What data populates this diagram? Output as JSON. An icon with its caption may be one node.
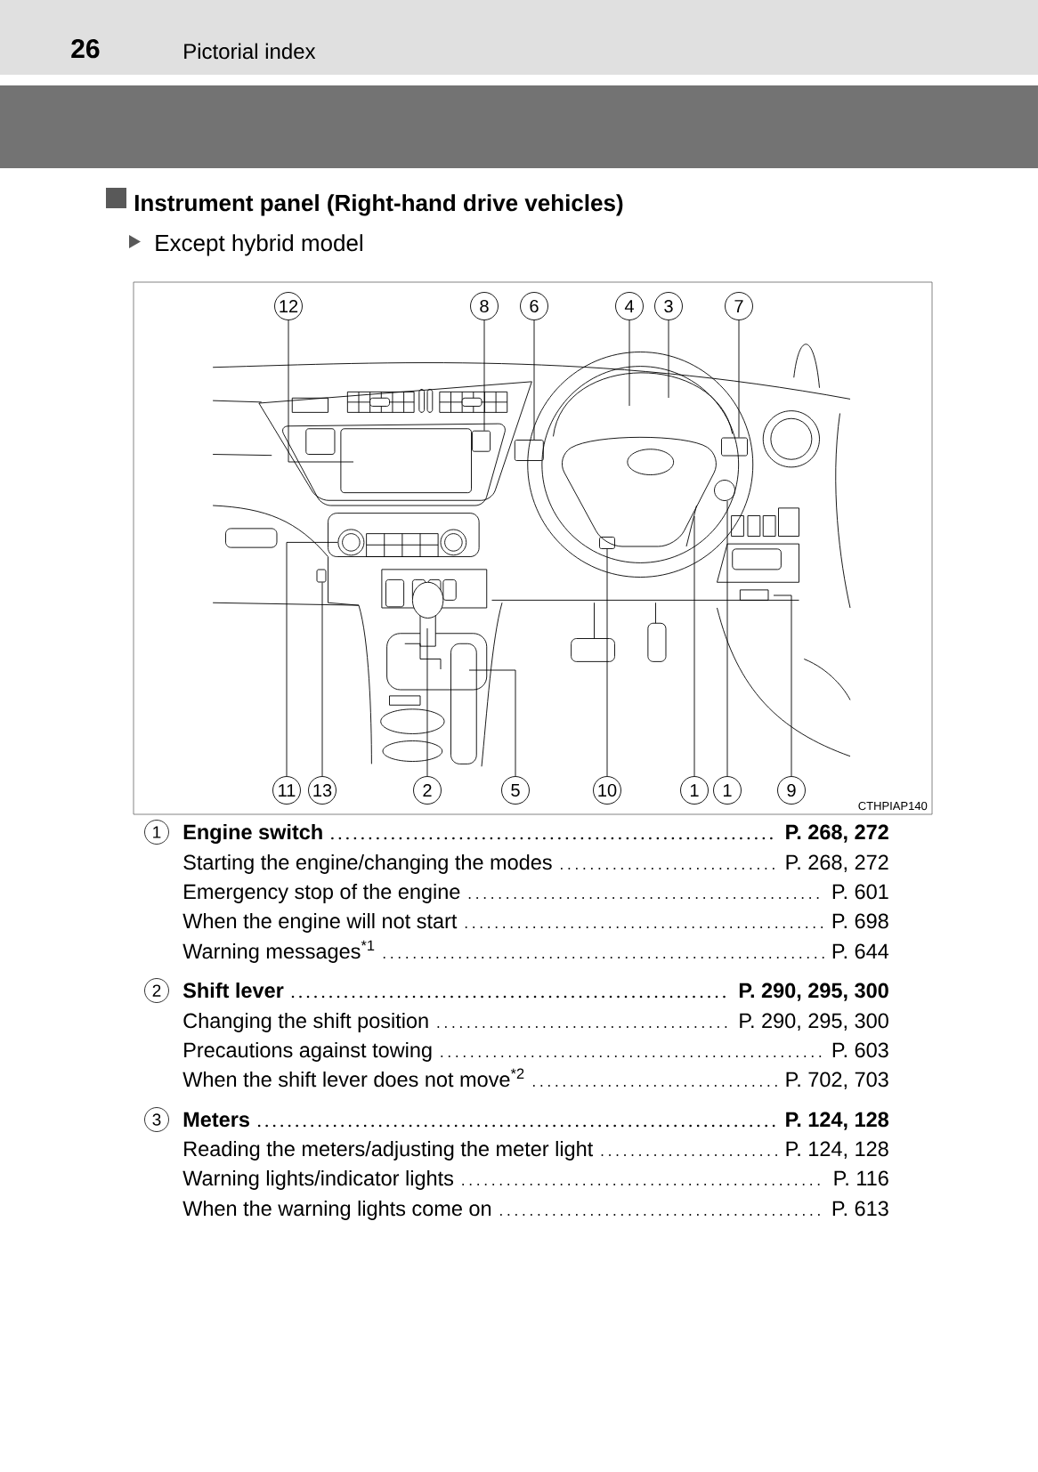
{
  "diagram": {
    "title": "Instrument panel (Right-hand drive vehicles)",
    "nodes": [
      {
        "text": [
          "12"
        ]
      },
      {
        "text": [
          "8"
        ]
      },
      {
        "text": [
          "6"
        ]
      },
      {
        "text": [
          "4"
        ]
      },
      {
        "text": [
          "3"
        ]
      },
      {
        "text": [
          "7"
        ]
      },
      {
        "text": [
          "11"
        ]
      },
      {
        "text": [
          "13"
        ]
      },
      {
        "text": [
          "2"
        ]
      },
      {
        "text": [
          "5"
        ]
      },
      {
        "text": [
          "10"
        ]
      },
      {
        "text": [
          "1"
        ]
      },
      {
        "text": [
          "1"
        ]
      },
      {
        "text": [
          "9"
        ]
      },
      {
        "text": [],
        "shape": "box"
      },
      {
        "text": [],
        "shape": "circle"
      },
      {
        "text": [],
        "shape": "box"
      },
      {
        "text": [],
        "shape": "box"
      },
      {
        "text": [],
        "shape": "box"
      },
      {
        "text": [],
        "shape": "circle"
      },
      {
        "text": [],
        "shape": "box"
      },
      {
        "text": [
          "1"
        ]
      },
      {
        "text": [
          "2"
        ]
      },
      {
        "text": [
          "3"
        ]
      }
    ],
    "edges": [
      {
        "from": 0,
        "to": null,
        "arrow": "none"
      },
      {
        "from": 1,
        "to": 16,
        "arrow": "none"
      },
      {
        "from": 2,
        "to": 17,
        "arrow": "none"
      },
      {
        "from": 3,
        "to": null,
        "arrow": "none"
      },
      {
        "from": 4,
        "to": null,
        "arrow": "none"
      },
      {
        "from": 5,
        "to": 20,
        "arrow": "none"
      },
      {
        "from": 6,
        "to": 15,
        "arrow": "none"
      },
      {
        "from": 7,
        "to": 14,
        "arrow": "none"
      },
      {
        "from": 8,
        "to": null,
        "arrow": "none"
      },
      {
        "from": 9,
        "to": null,
        "arrow": "none"
      },
      {
        "from": 10,
        "to": 18,
        "arrow": "none"
      },
      {
        "from": 11,
        "to": null,
        "arrow": "none"
      },
      {
        "from": 12,
        "to": 19,
        "arrow": "none"
      },
      {
        "from": 13,
        "to": null,
        "arrow": "none"
      }
    ],
    "labels": [
      "26",
      "Pictorial index",
      "Except hybrid model",
      "CTHPIAP140",
      "Engine switch",
      "P. 268, 272",
      "Starting the engine/changing the modes",
      "P. 268, 272",
      "Emergency stop of the engine",
      "P. 601",
      "When the engine will not start",
      "P. 698",
      "Warning messages$^{*1}$",
      "P. 644",
      "Shift lever",
      "P. 290, 295, 300",
      "Changing the shift position",
      "P. 290, 295, 300",
      "Precautions against towing",
      "P. 603",
      "When the shift lever does not move$^{*2}$",
      "P. 702, 703",
      "Meters",
      "P. 124, 128",
      "Reading the meters/adjusting the meter light",
      "P. 124, 128",
      "Warning lights/indicator lights",
      "P. 116",
      "When the warning lights come on",
      "P. 613"
    ]
  }
}
